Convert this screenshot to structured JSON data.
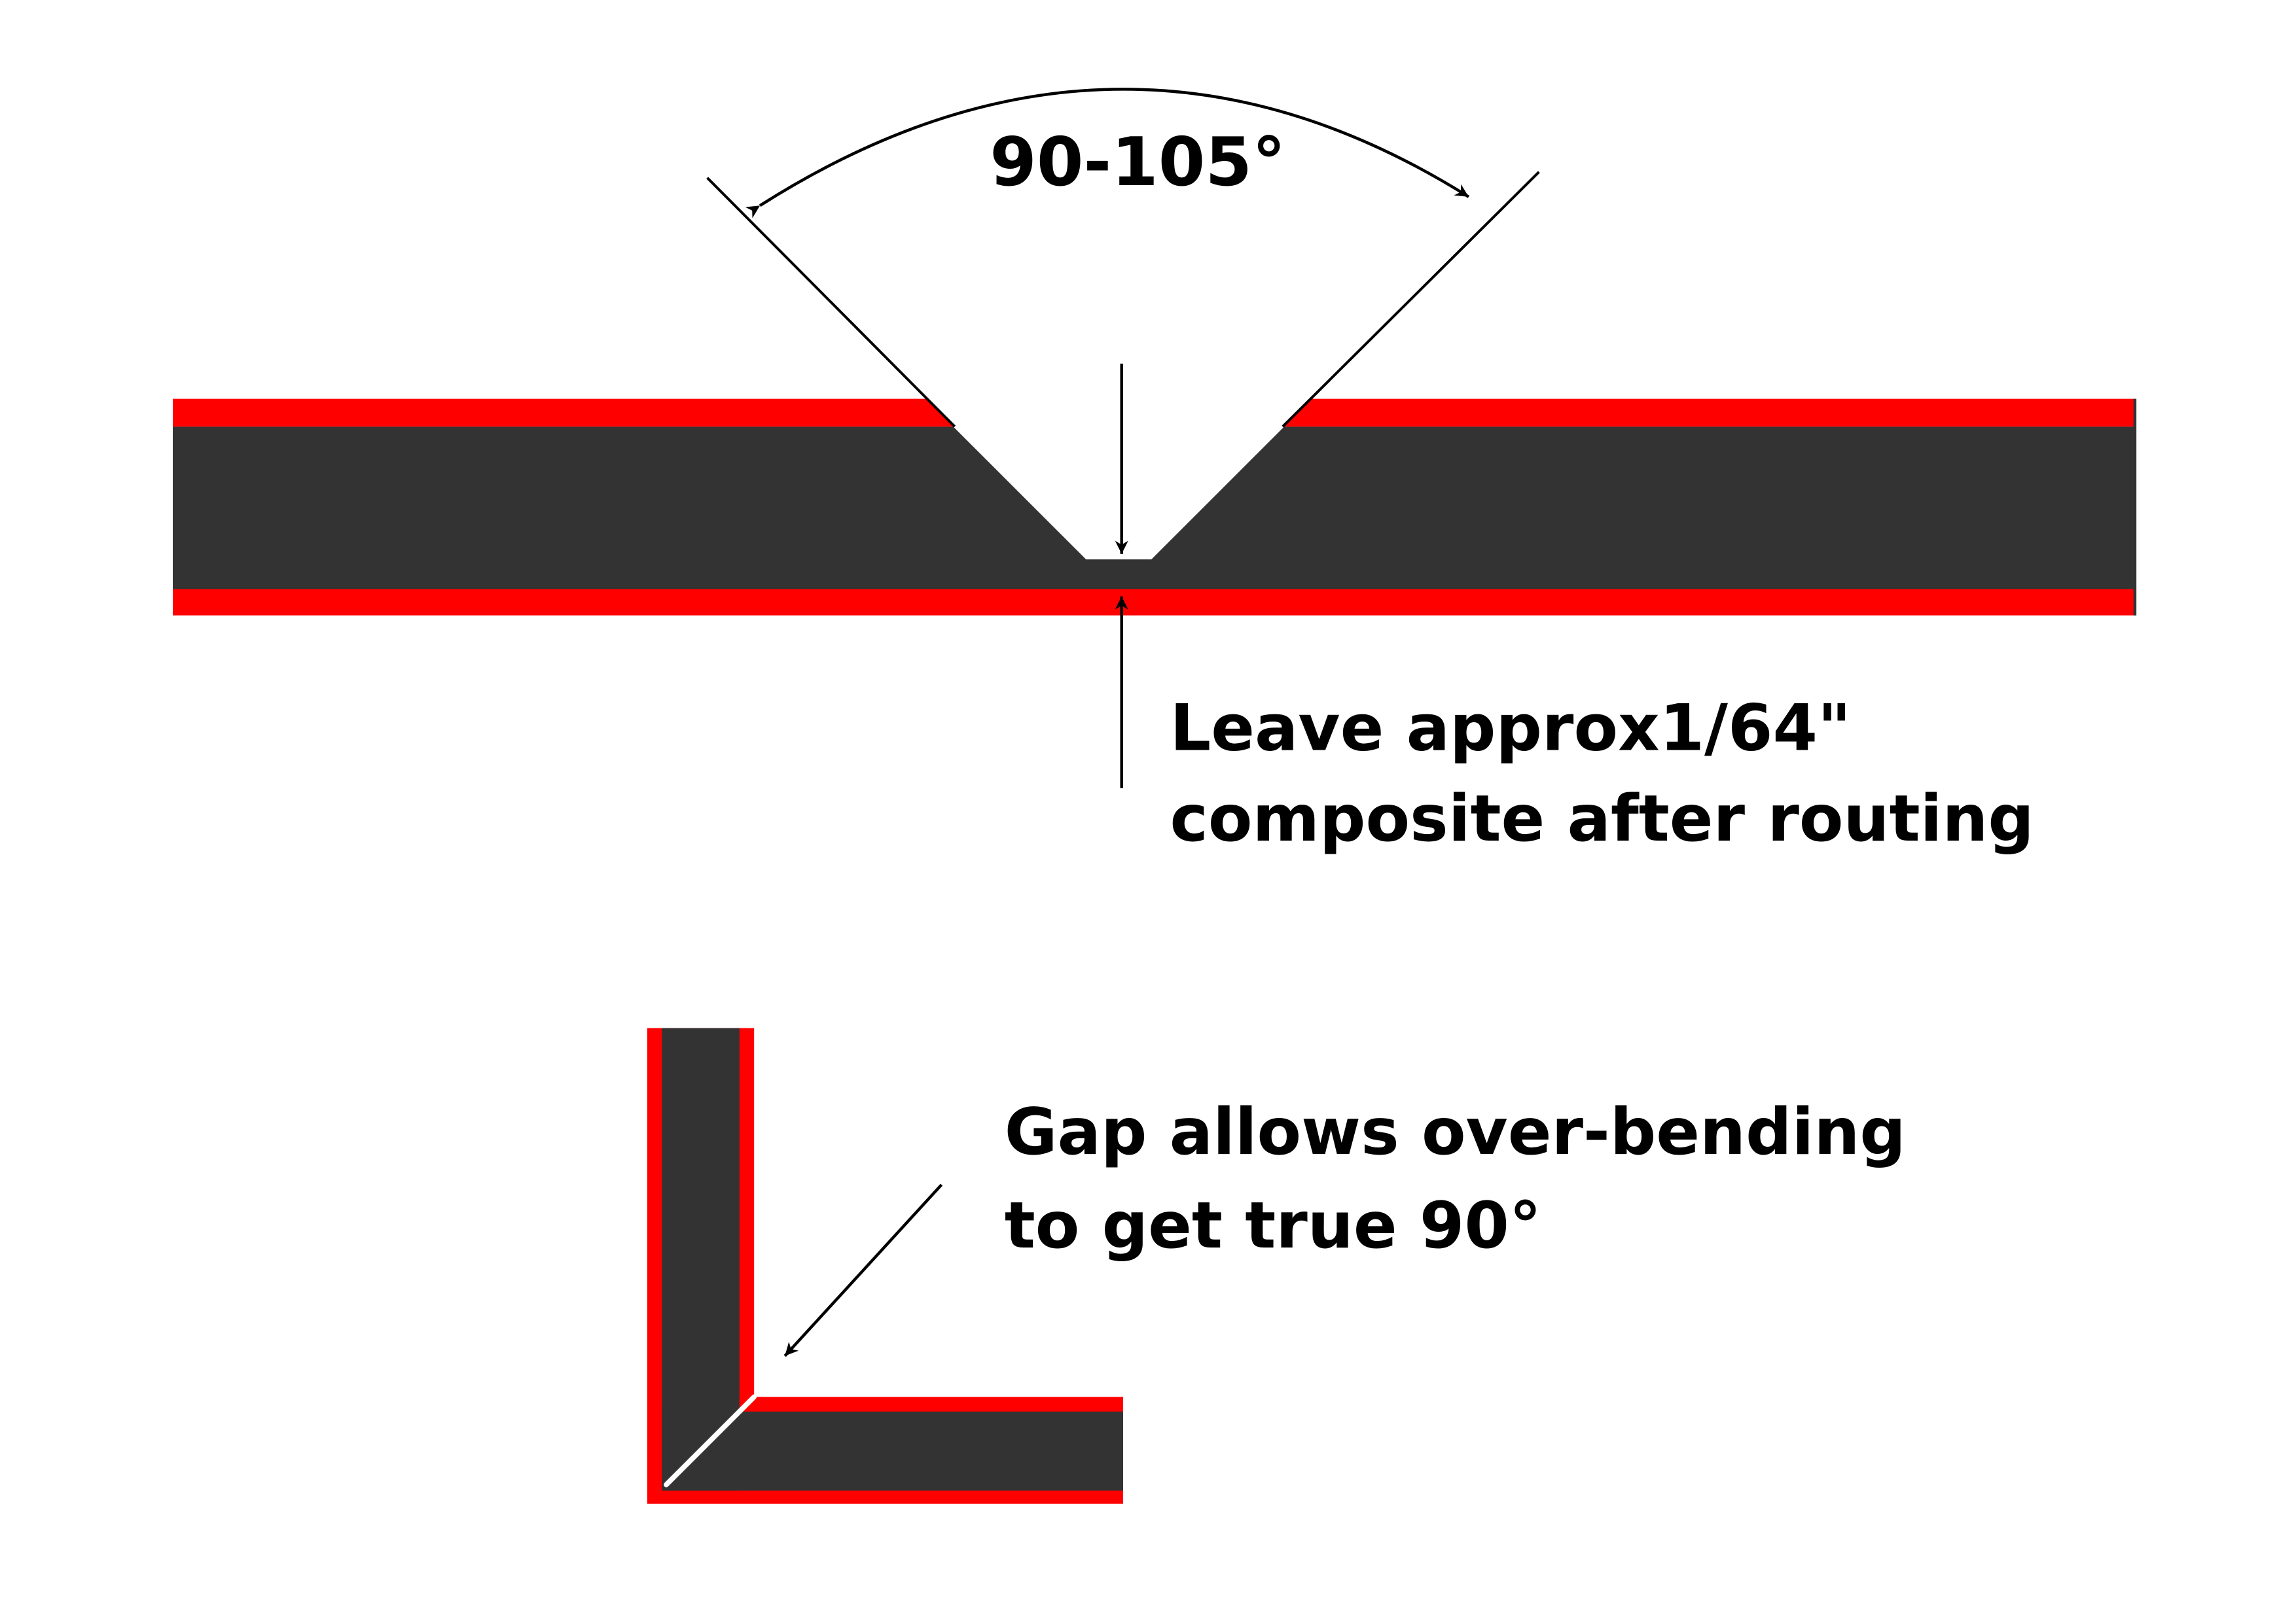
{
  "labels": {
    "angle": "90-105°",
    "thickness_line1": "Leave approx1/64\"",
    "thickness_line2": "composite after routing",
    "gap_line1": "Gap allows over-bending",
    "gap_line2": "to get true 90°"
  },
  "colors": {
    "skin": "#ff0000",
    "core": "#333333",
    "line": "#000000",
    "gap": "#ffffff",
    "background": "#ffffff"
  }
}
